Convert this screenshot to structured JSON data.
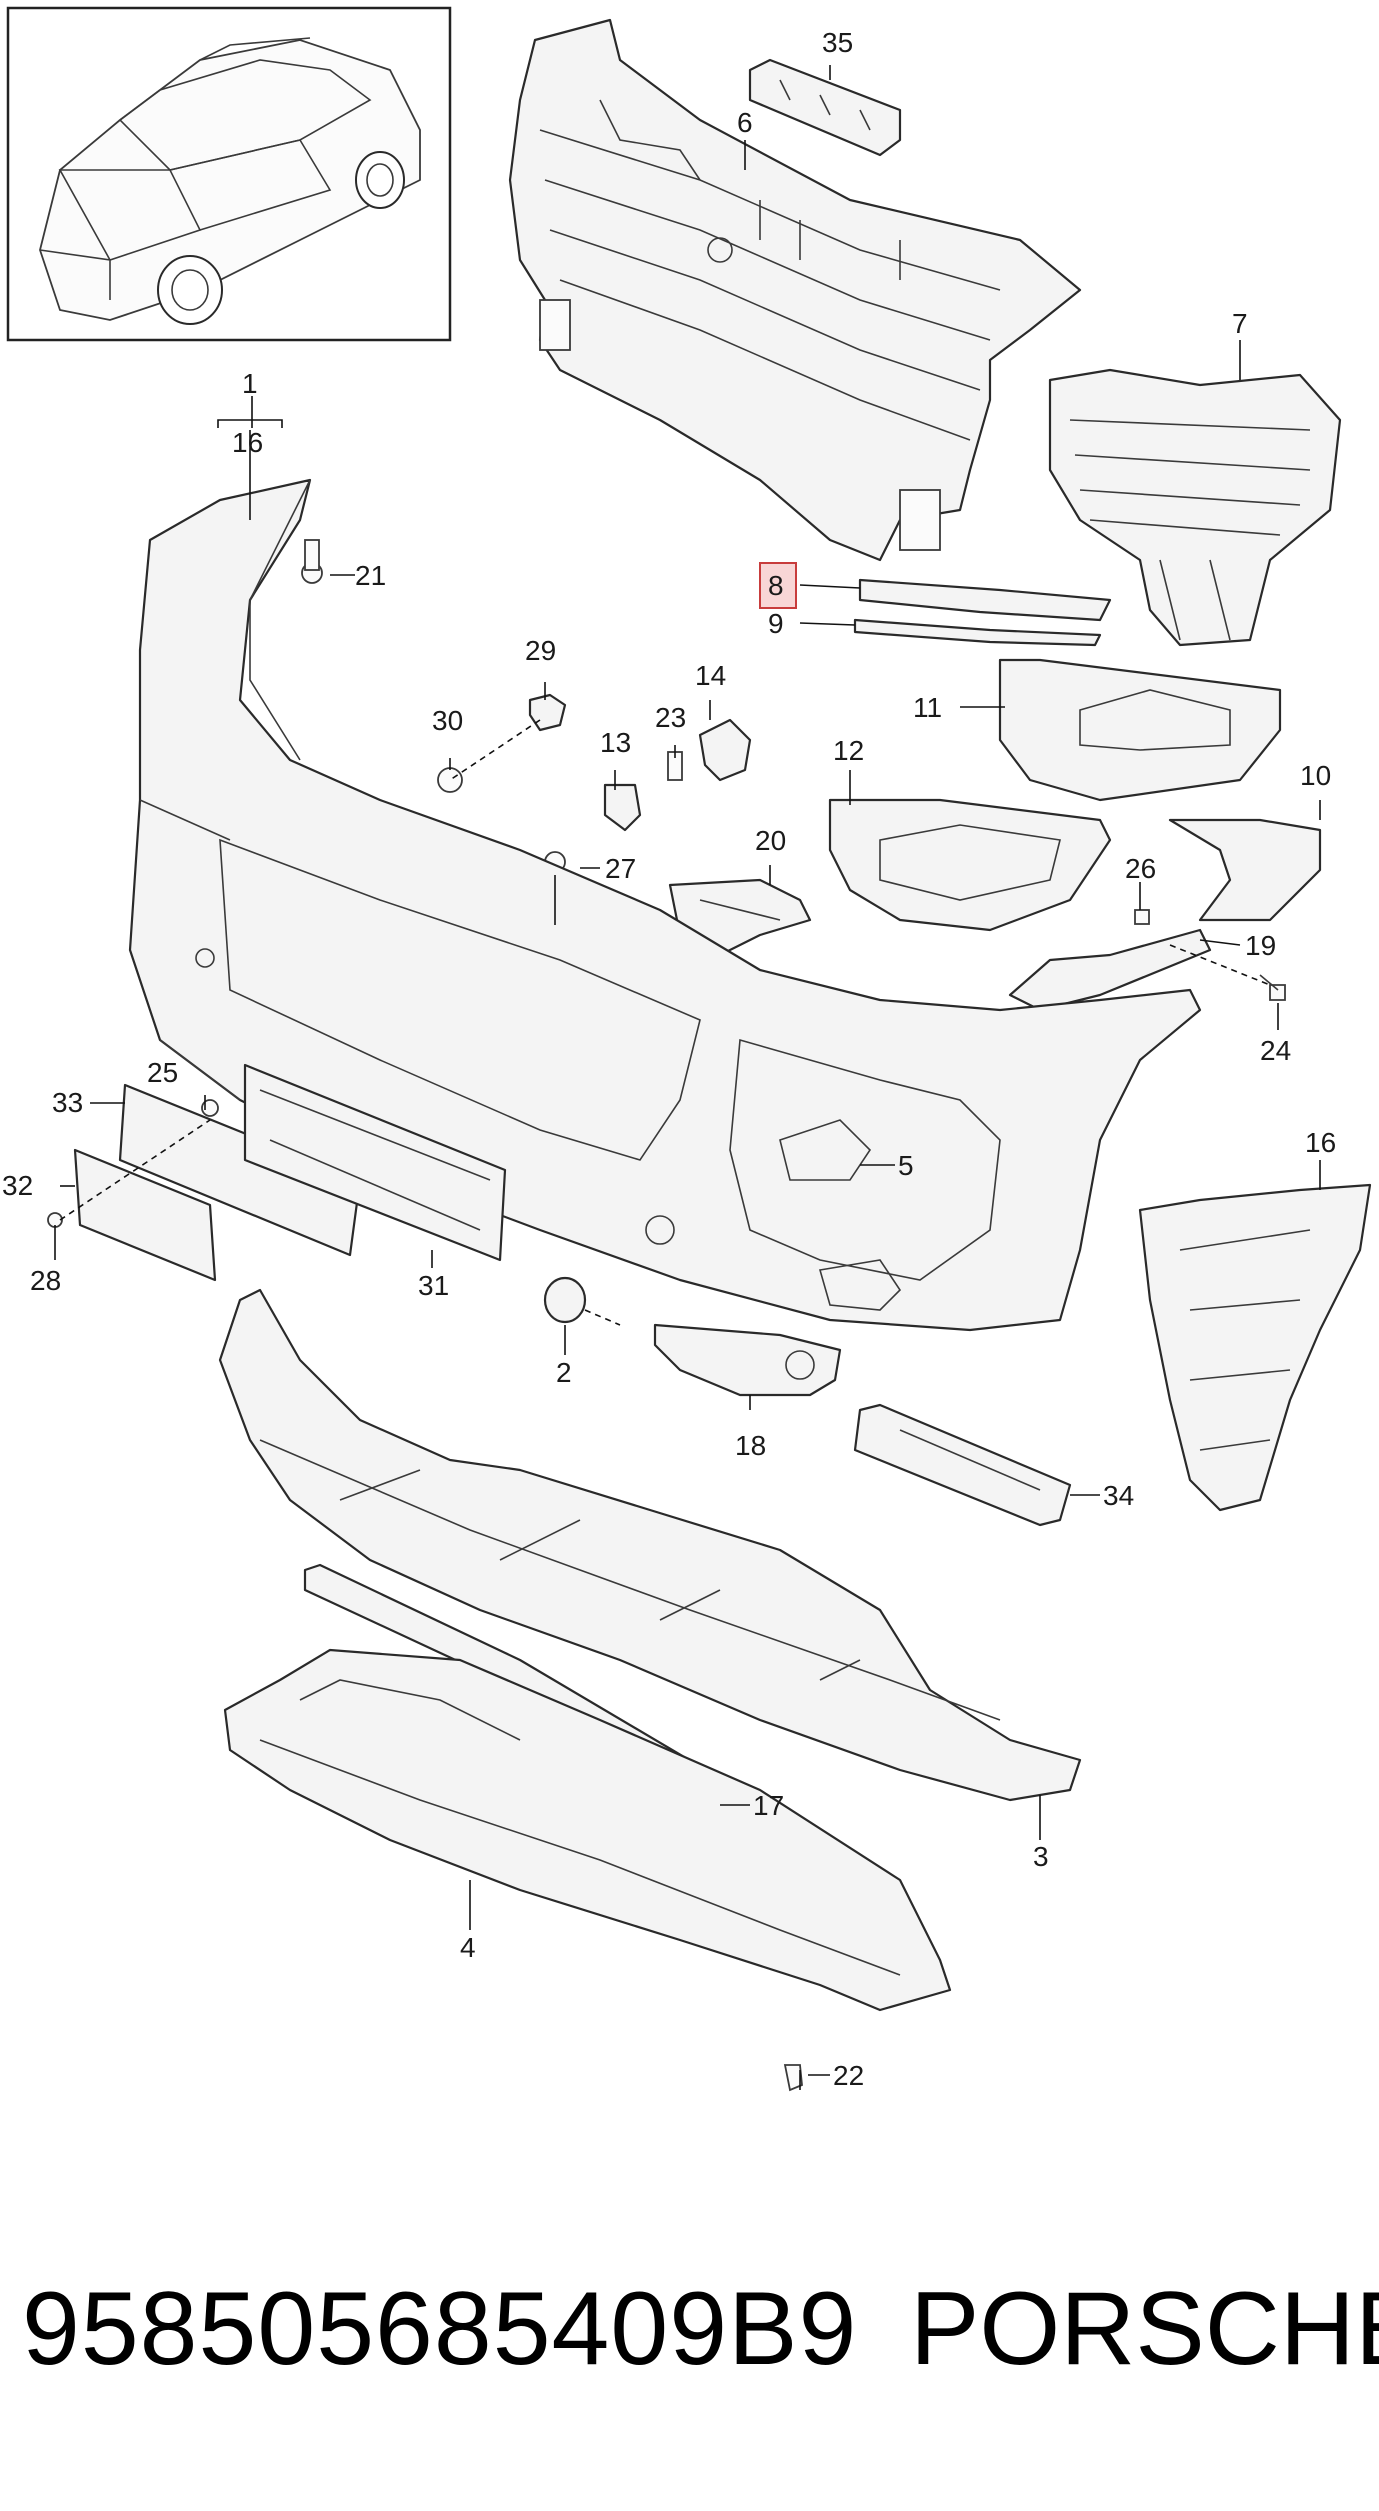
{
  "diagram": {
    "callouts": [
      "1",
      "16",
      "21",
      "29",
      "30",
      "14",
      "23",
      "13",
      "27",
      "20",
      "12",
      "11",
      "10",
      "26",
      "19",
      "24",
      "8",
      "9",
      "7",
      "6",
      "35",
      "33",
      "25",
      "32",
      "28",
      "31",
      "5",
      "16",
      "2",
      "18",
      "34",
      "17",
      "3",
      "4",
      "22"
    ],
    "highlighted_callout": "8"
  },
  "footer": {
    "part_number": "958505685409B9",
    "brand": "PORSCHE"
  }
}
